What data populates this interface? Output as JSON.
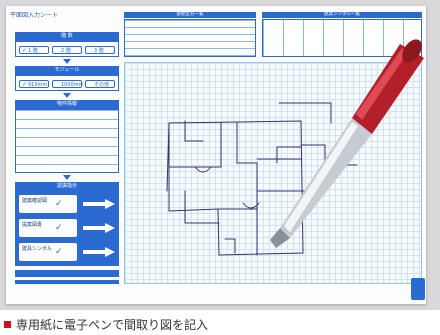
{
  "sheet": {
    "title": "平面図入力シート",
    "table1_title": "部屋区分一覧",
    "table2_title": "建具シンボル一覧"
  },
  "left": {
    "section1_title": "階 数",
    "floors": [
      "1 階",
      "2 階",
      "3 階"
    ],
    "section2_title": "モジュール",
    "modules": [
      "910mm",
      "1000mm",
      "その他"
    ],
    "section3_title": "物件情報",
    "section4_title": "認識指示",
    "options": [
      "建築確認図",
      "提案図書",
      "建具シンボル"
    ]
  },
  "caption": {
    "text": "専用紙に電子ペンで間取り図を記入"
  },
  "colors": {
    "accent": "#2b6bd1",
    "bullet": "#c0181e",
    "pen_body": "#c8ccd2",
    "pen_cap": "#b3202a"
  }
}
